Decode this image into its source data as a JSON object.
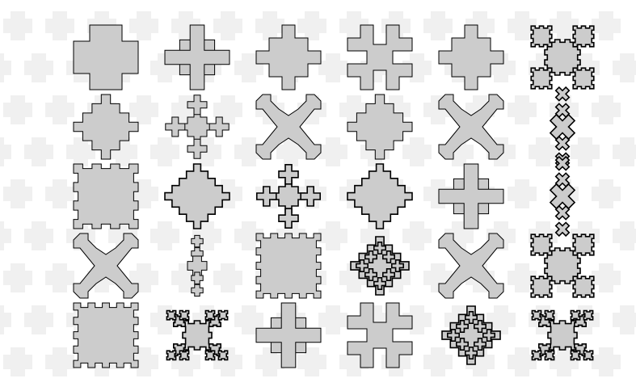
{
  "colors": {
    "background": "#ffffff",
    "pattern": "#f0f0f0",
    "tile_fill": "#cccccc",
    "tile_stroke": "#000000"
  },
  "grid": {
    "rows": 5,
    "cols": 6
  },
  "tiles": [
    {
      "shape": "plus",
      "depth": 0,
      "rotate": 0
    },
    {
      "shape": "cross-stepped",
      "depth": 1,
      "rotate": 0
    },
    {
      "shape": "diamond-stepped",
      "depth": 1,
      "rotate": 0
    },
    {
      "shape": "notched-cross",
      "depth": 1,
      "rotate": 0
    },
    {
      "shape": "diamond-stepped",
      "depth": 1,
      "rotate": 0
    },
    {
      "shape": "fractal-square",
      "depth": 3,
      "rotate": 0
    },
    {
      "shape": "diamond-stepped",
      "depth": 2,
      "rotate": 0
    },
    {
      "shape": "cross-fractal",
      "depth": 2,
      "rotate": 0
    },
    {
      "shape": "x-shape",
      "depth": 1,
      "rotate": 0
    },
    {
      "shape": "diamond-stepped",
      "depth": 2,
      "rotate": 0
    },
    {
      "shape": "x-shape",
      "depth": 1,
      "rotate": 0
    },
    {
      "shape": "fractal-diagonal",
      "depth": 3,
      "rotate": 45
    },
    {
      "shape": "castle-square",
      "depth": 1,
      "rotate": 0
    },
    {
      "shape": "diamond-stepped",
      "depth": 3,
      "rotate": 0
    },
    {
      "shape": "cross-fractal",
      "depth": 3,
      "rotate": 0
    },
    {
      "shape": "diamond-stepped",
      "depth": 3,
      "rotate": 0
    },
    {
      "shape": "cross-stepped",
      "depth": 2,
      "rotate": 0
    },
    {
      "shape": "fractal-diagonal",
      "depth": 3,
      "rotate": 45
    },
    {
      "shape": "x-shape",
      "depth": 1,
      "rotate": 0
    },
    {
      "shape": "vertical-fractal",
      "depth": 2,
      "rotate": 0
    },
    {
      "shape": "castle-square",
      "depth": 2,
      "rotate": 0
    },
    {
      "shape": "dense-diamond",
      "depth": 3,
      "rotate": 0
    },
    {
      "shape": "x-shape",
      "depth": 1,
      "rotate": 0
    },
    {
      "shape": "fractal-square",
      "depth": 3,
      "rotate": 0
    },
    {
      "shape": "castle-square",
      "depth": 2,
      "rotate": 0
    },
    {
      "shape": "horizontal-fractal",
      "depth": 3,
      "rotate": 0
    },
    {
      "shape": "cross-stepped",
      "depth": 2,
      "rotate": 0
    },
    {
      "shape": "notched-cross",
      "depth": 1,
      "rotate": 0
    },
    {
      "shape": "dense-diamond",
      "depth": 4,
      "rotate": 0
    },
    {
      "shape": "horizontal-fractal",
      "depth": 3,
      "rotate": 0
    }
  ]
}
